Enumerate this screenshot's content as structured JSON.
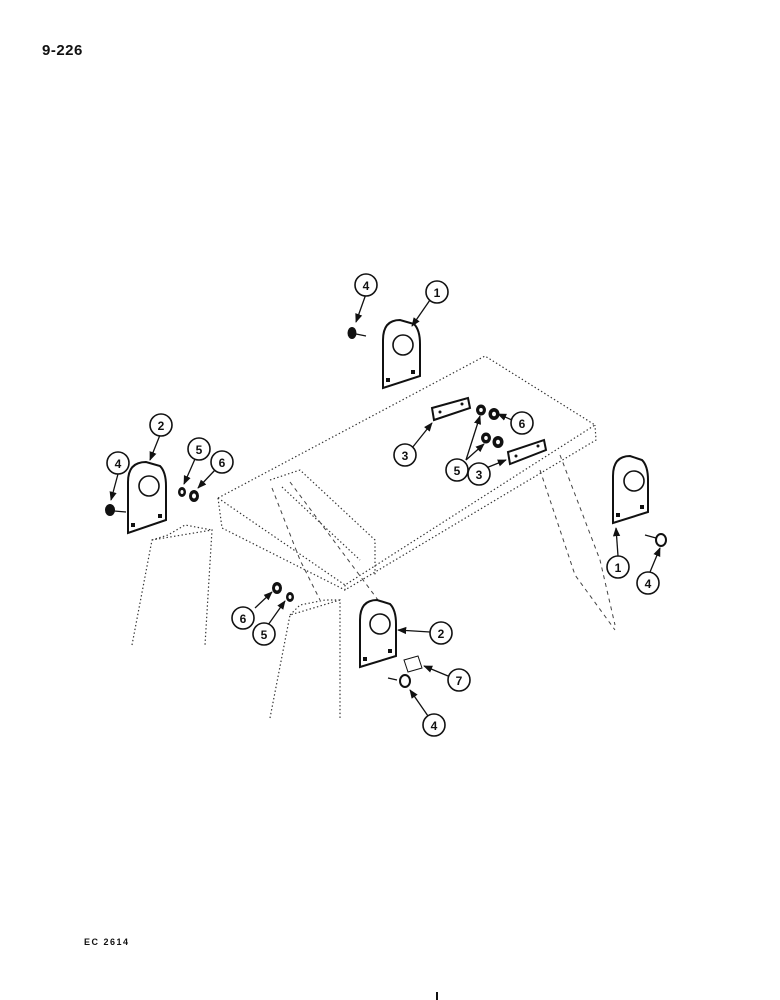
{
  "page_number": "9-226",
  "footer_code": "EC 2614",
  "callouts": {
    "top_4": "4",
    "top_1": "1",
    "left_2": "2",
    "left_4": "4",
    "left_5": "5",
    "left_6": "6",
    "center_3a": "3",
    "center_6": "6",
    "center_5": "5",
    "center_3b": "3",
    "right_1": "1",
    "right_4": "4",
    "bottom_6": "6",
    "bottom_5": "5",
    "bottom_2": "2",
    "bottom_7": "7",
    "bottom_4": "4"
  }
}
